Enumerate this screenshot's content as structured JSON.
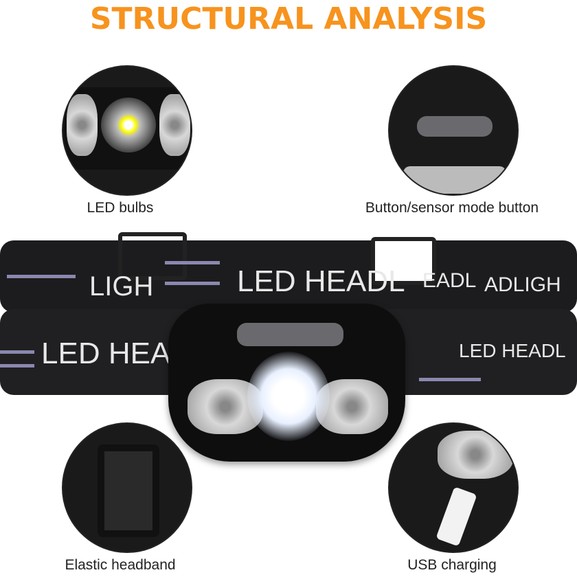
{
  "title": "STRUCTURAL ANALYSIS",
  "colors": {
    "title": "#f7931e",
    "band": "#1c1c1e",
    "stripe": "#8a88b0"
  },
  "callouts": [
    {
      "label": "LED bulbs"
    },
    {
      "label": "Button/sensor mode button"
    },
    {
      "label": "Elastic headband"
    },
    {
      "label": "USB charging"
    }
  ],
  "band_print": [
    "LED HEADL",
    "EADL",
    "ADLIGH",
    "LED HEA",
    "LED HEADL",
    "LIGH"
  ]
}
